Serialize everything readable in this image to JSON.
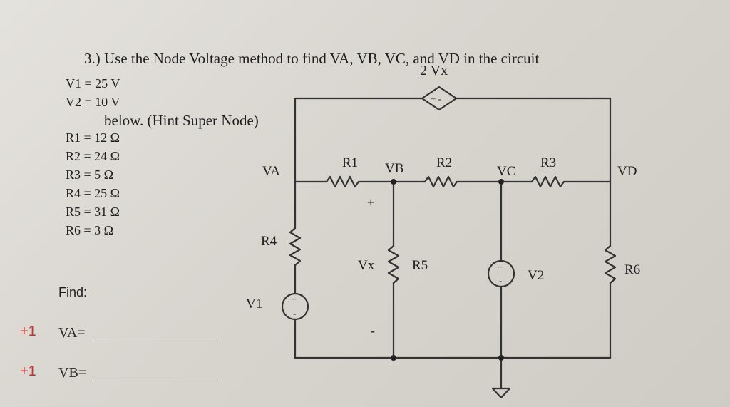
{
  "question": {
    "line1": "3.) Use the Node Voltage method to find VA, VB, VC, and VD in the circuit",
    "line2": "below. (Hint Super Node)"
  },
  "given_voltages": [
    "V1 = 25 V",
    "V2 = 10 V"
  ],
  "given_resistors": [
    "R1 = 12 Ω",
    "R2 = 24 Ω",
    "R3 = 5 Ω",
    "R4 = 25 Ω",
    "R5 = 31 Ω",
    "R6 = 3 Ω"
  ],
  "find": {
    "label": "Find:",
    "items": [
      {
        "mark": "+1",
        "var": "VA="
      },
      {
        "mark": "+1",
        "var": "VB="
      }
    ]
  },
  "circuit": {
    "dependent_source": "2 Vx",
    "dep_source_signs": "+ -",
    "node_a": "VA",
    "node_b": "VB",
    "node_c": "VC",
    "node_d": "VD",
    "r1": "R1",
    "r2": "R2",
    "r3": "R3",
    "r4": "R4",
    "r5": "R5",
    "r6": "R6",
    "v1": "V1",
    "v2": "V2",
    "vx": "Vx",
    "plus": "+",
    "minus": "-"
  },
  "colors": {
    "ink": "#1f1f1f",
    "wire": "#333333",
    "red_pen": "#c7332c",
    "paper": "#dcd9d3"
  }
}
